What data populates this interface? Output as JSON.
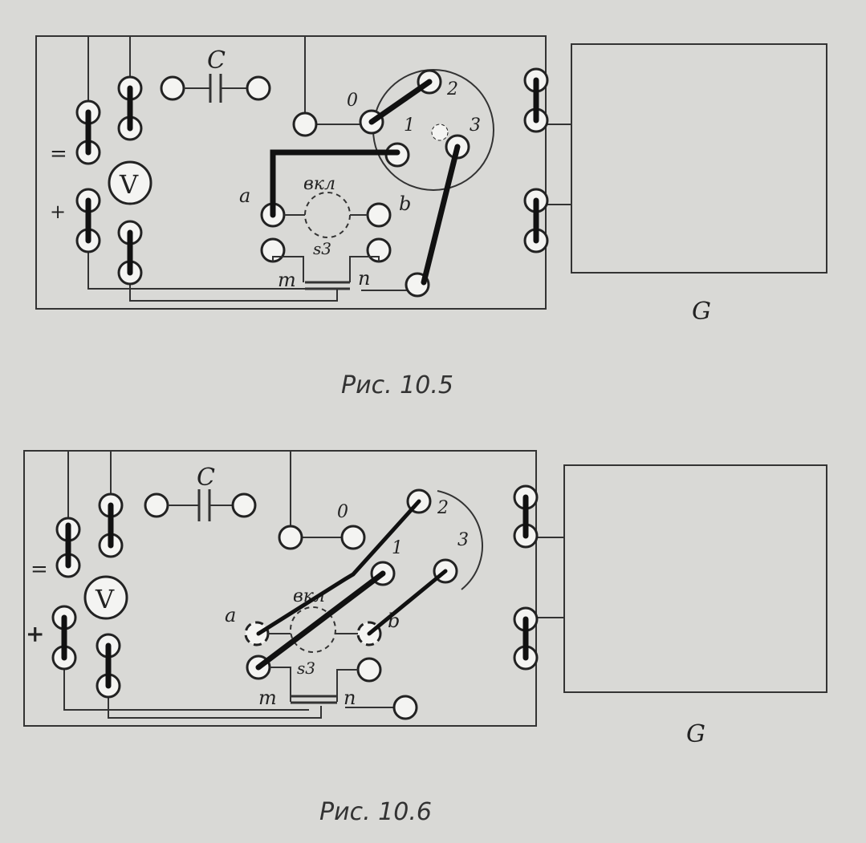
{
  "fig1": {
    "caption": "Рис. 10.5",
    "cap_label": "C",
    "switch_labels": [
      "0",
      "1",
      "2",
      "3"
    ],
    "term_a": "a",
    "term_b": "b",
    "vkl": "вкл",
    "s3": "s3",
    "m": "m",
    "n": "n",
    "voltmeter": "V",
    "minus": "=",
    "plus": "+",
    "device": "G"
  },
  "fig2": {
    "caption": "Рис. 10.6",
    "cap_label": "C",
    "switch_labels": [
      "0",
      "1",
      "2",
      "3"
    ],
    "term_a": "a",
    "term_b": "b",
    "vkl": "вкл",
    "s3": "s3",
    "m": "m",
    "n": "n",
    "voltmeter": "V",
    "minus": "=",
    "plus": "+",
    "device": "G"
  }
}
